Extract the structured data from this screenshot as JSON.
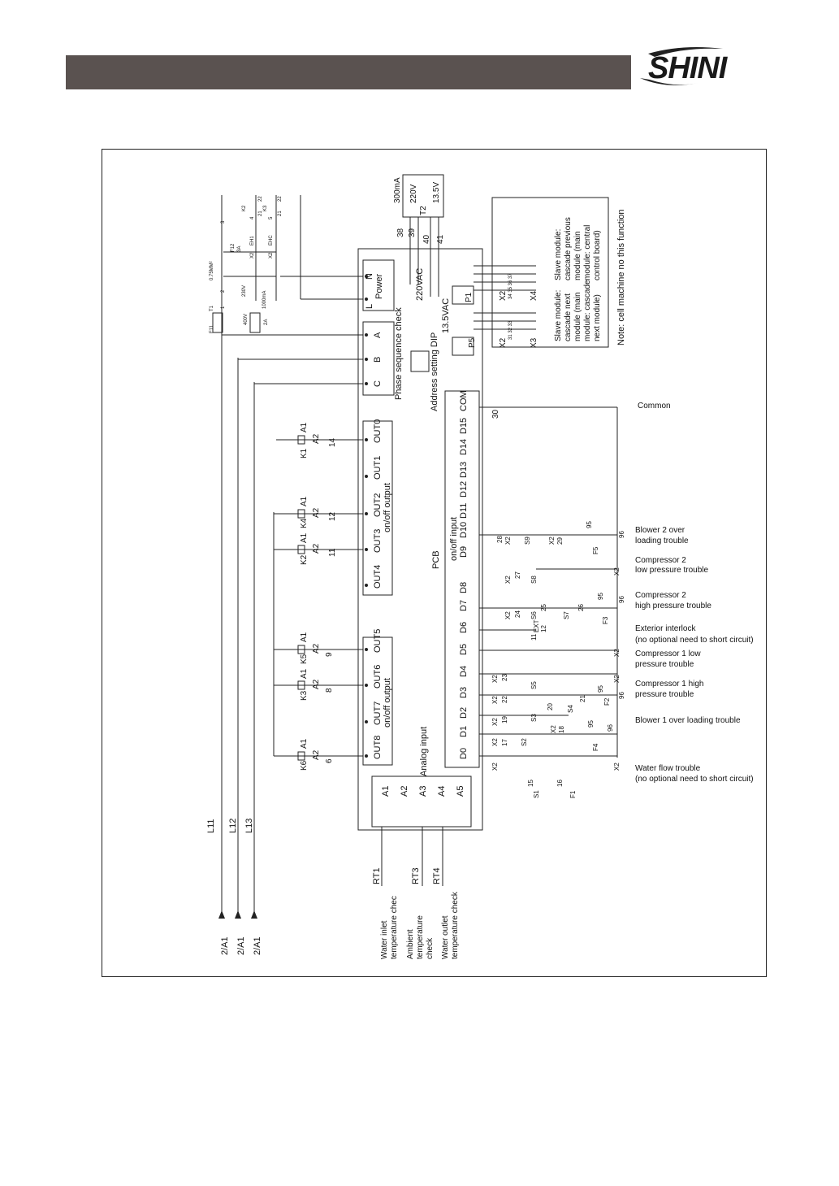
{
  "logo": {
    "text": "SHINI"
  },
  "diagram": {
    "title_pcb": "PCB",
    "power": {
      "title": "Power",
      "l": "L",
      "n": "N"
    },
    "phase": {
      "title": "Phase sequence check",
      "a": "A",
      "b": "B",
      "c": "C"
    },
    "address_dip": "Address setting DIP",
    "v220ac": "220VAC",
    "v135ac": "13.5VAC",
    "t2": {
      "name": "T2",
      "ma": "300mA",
      "v220": "220V",
      "v135": "13.5V",
      "w38": "38",
      "w39": "39",
      "w40": "40",
      "w41": "41"
    },
    "t1_block": {
      "t1": "T1",
      "f11": "F11",
      "v230": "230V",
      "v400": "400V",
      "ma": "1000mA",
      "a2": "2A",
      "f12": "F12",
      "a3": "3A",
      "wire": "0.75MM²",
      "x2a": "X2",
      "eh1": "EH1",
      "x2b": "X2",
      "ehc": "EHC",
      "k2": "K2",
      "k3": "K3",
      "n1": "1",
      "n2": "2",
      "n3": "3",
      "n4": "4",
      "n5": "5",
      "n21a": "21",
      "n22a": "22",
      "n21b": "21",
      "n22b": "22"
    },
    "on_off_output": "on/off output",
    "outputs": [
      "OUT0",
      "OUT1",
      "OUT2",
      "OUT3",
      "OUT4",
      "OUT5",
      "OUT6",
      "OUT7",
      "OUT8"
    ],
    "relays": [
      {
        "name": "K1",
        "a1": "A1",
        "a2": "A2",
        "wire": "14"
      },
      {
        "name": "K4",
        "a1": "A1",
        "a2": "A2",
        "wire": "12"
      },
      {
        "name": "K2",
        "a1": "A1",
        "a2": "A2",
        "wire": "11"
      },
      {
        "name": "K5",
        "a1": "A1",
        "a2": "A2",
        "wire": "9"
      },
      {
        "name": "K3",
        "a1": "A1",
        "a2": "A2",
        "wire": "8"
      },
      {
        "name": "K6",
        "a1": "A1",
        "a2": "A2",
        "wire": "6"
      }
    ],
    "on_off_input": "on/off input",
    "inputs": [
      "D0",
      "D1",
      "D2",
      "D3",
      "D4",
      "D5",
      "D6",
      "D7",
      "D8",
      "D9",
      "D10",
      "D11",
      "D12",
      "D13",
      "D14",
      "D15",
      "COM"
    ],
    "analog_input": "Analog input",
    "analog": [
      "A1",
      "A2",
      "A3",
      "A4",
      "A5"
    ],
    "lines": {
      "l11": "L11",
      "l12": "L12",
      "l13": "L13",
      "ref": "2/A1"
    },
    "sensors": [
      {
        "name": "RT1",
        "label1": "Water inlet",
        "label2": "temperature chec"
      },
      {
        "name": "RT3",
        "label1": "Ambient",
        "label2": "temperature",
        "label3": "check"
      },
      {
        "name": "RT4",
        "label1": "Water outlet",
        "label2": "temperature check"
      }
    ],
    "slave": {
      "x2": "X2",
      "x3": "X3",
      "x4": "X4",
      "p1": "P1",
      "p5": "P5",
      "pins_x3": "31 32 33",
      "pins_x4": "34 35 36 37",
      "text1": [
        "Slave module:",
        "cascade next",
        "module (main",
        "module: cascade",
        "next module)"
      ],
      "text2": [
        "Slave module:",
        "cascade previous",
        "module (main",
        "module: central",
        "control board)"
      ],
      "note": "Note: cell machine no this function"
    },
    "wire_com": "30",
    "common": "Common",
    "trouble_labels": [
      "Blower 2 over",
      "loading trouble",
      "Compressor 2",
      "low pressure trouble",
      "Compressor 2",
      "high pressure trouble",
      "Exterior interlock",
      "(no optional need to short circuit)",
      "Compressor 1 low",
      "pressure trouble",
      "Compressor 1 high",
      "pressure trouble",
      "Blower 1 over loading trouble",
      "Water flow trouble",
      "(no optional need to short circuit)"
    ],
    "switch_labels": {
      "x2": "X2",
      "s1": "S1",
      "s2": "S2",
      "s3": "S3",
      "s4": "S4",
      "s5": "S5",
      "s6": "S6",
      "s7": "S7",
      "s8": "S8",
      "s9": "S9",
      "ext": "EXT",
      "f1": "F1",
      "f2": "F2",
      "f3": "F3",
      "f4": "F4",
      "f5": "F5",
      "n95": "95",
      "n96": "96",
      "n1": "1",
      "n2": "2",
      "n11": "11",
      "n12": "12",
      "w15": "15",
      "w16": "16",
      "w17": "17",
      "w18": "18",
      "w19": "19",
      "w20": "20",
      "w21": "21",
      "w22": "22",
      "w23": "23",
      "w24": "24",
      "w25": "25",
      "w26": "26",
      "w27": "27",
      "w28": "28",
      "w29": "29"
    }
  }
}
